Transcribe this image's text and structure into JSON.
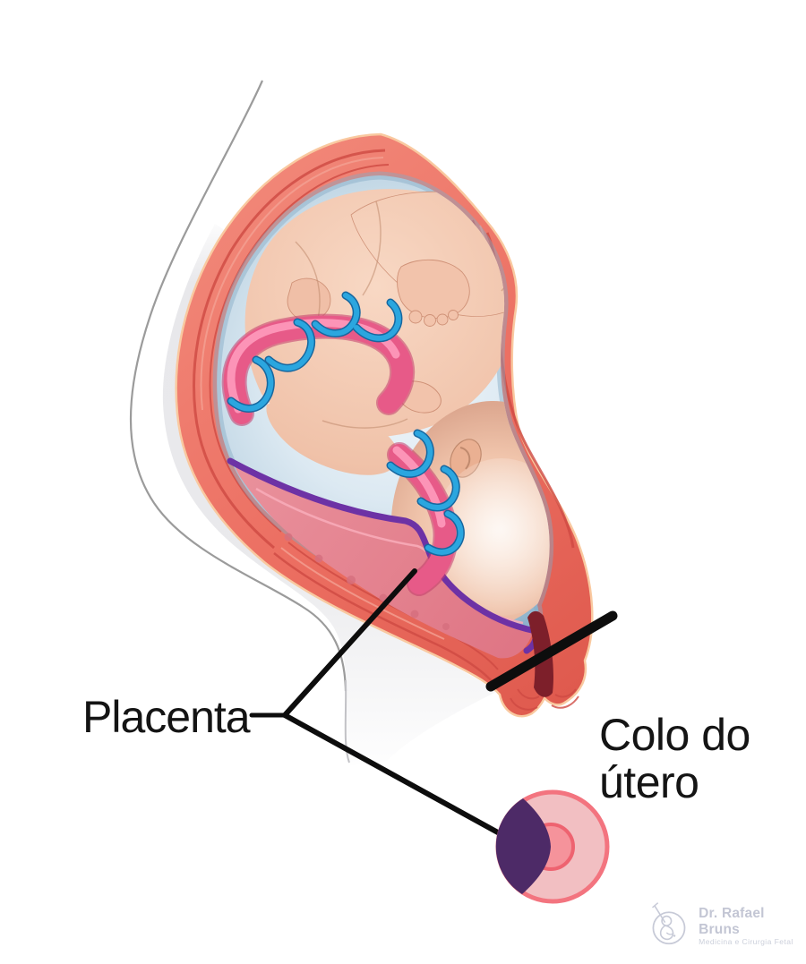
{
  "labels": {
    "placenta": "Placenta",
    "cervix": "Colo do\nútero"
  },
  "watermark": {
    "title": "Dr. Rafael Bruns",
    "subtitle": "Medicina e Cirurgia Fetal"
  },
  "colors": {
    "background": "#ffffff",
    "body_silhouette_fill": "#e7e7ea",
    "body_silhouette_line": "#9b9b9b",
    "uterus_wall": "#ee7265",
    "uterus_wall_striation": "#cf4a43",
    "uterus_outer_edge": "#f9c9a0",
    "amniotic_rim": "#86abc6",
    "amniotic_fluid": "#dfeaf2",
    "fetus_skin": "#f2c3ab",
    "umbilical_cord": "#e75a88",
    "umbilical_cord_highlight": "#ff9fc0",
    "umbilical_vessel": "#2ba6df",
    "placenta": "#e4818e",
    "placenta_border": "#6d32a5",
    "placenta_inner_line": "#f7abb8",
    "cervix_canal": "#7d1f2a",
    "closeup_outer_fill": "#f2bfc2",
    "closeup_outer_ring": "#f3747f",
    "closeup_inner_fill": "#f5939b",
    "closeup_inner_ring": "#ee6370",
    "closeup_placenta_crescent": "#4d2a67",
    "annotation": "#0d0d0d",
    "watermark_gray": "#c6c9d6"
  },
  "icons": {
    "watermark_logo": "fetus-in-circle-logo"
  }
}
